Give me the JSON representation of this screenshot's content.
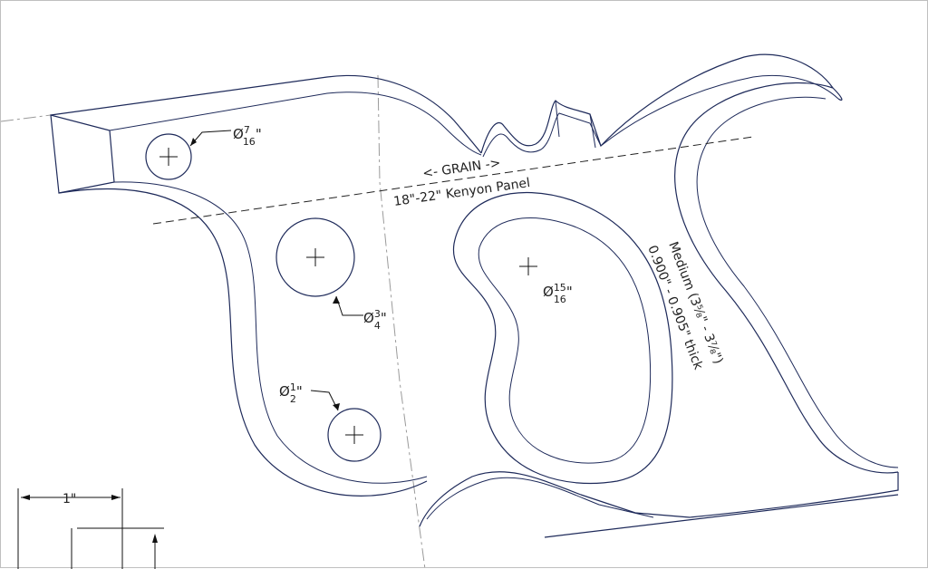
{
  "drawing": {
    "grain_label": "<- GRAIN ->",
    "panel_label": "18\"-22\" Kenyon Panel",
    "size_line1": "Medium (3⅝\" - 3⅞\")",
    "size_line2": "0.900\" - 0.905\" thick",
    "scale_label": "1\""
  },
  "holes": [
    {
      "diameter_symbol": "Ø",
      "numerator": "7",
      "denominator": "16",
      "suffix": "\""
    },
    {
      "diameter_symbol": "Ø",
      "numerator": "3",
      "denominator": "4",
      "suffix": "\""
    },
    {
      "diameter_symbol": "Ø",
      "numerator": "1",
      "denominator": "2",
      "suffix": "\""
    },
    {
      "diameter_symbol": "Ø",
      "numerator": "15",
      "denominator": "16",
      "suffix": "\""
    }
  ],
  "colors": {
    "outline": "#1e2a5a",
    "text": "#222222",
    "centerline": "#9a9a9a"
  }
}
